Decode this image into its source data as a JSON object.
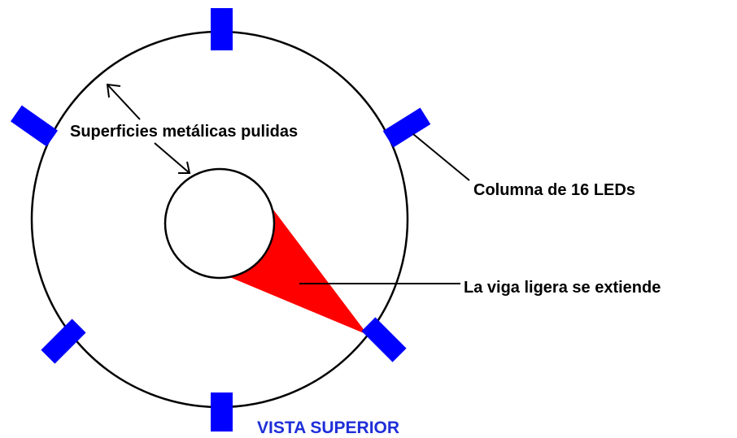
{
  "labels": {
    "surfaces": "Superficies metálicas pulidas",
    "led_column": "Columna de 16 LEDs",
    "beam": "La viga ligera se extiende",
    "view_title": "VISTA SUPERIOR"
  },
  "colors": {
    "outline": "#000000",
    "led": "#0000ff",
    "beam": "#ff0000",
    "title": "#1f2fd8",
    "background": "#ffffff"
  },
  "led_count": 6
}
